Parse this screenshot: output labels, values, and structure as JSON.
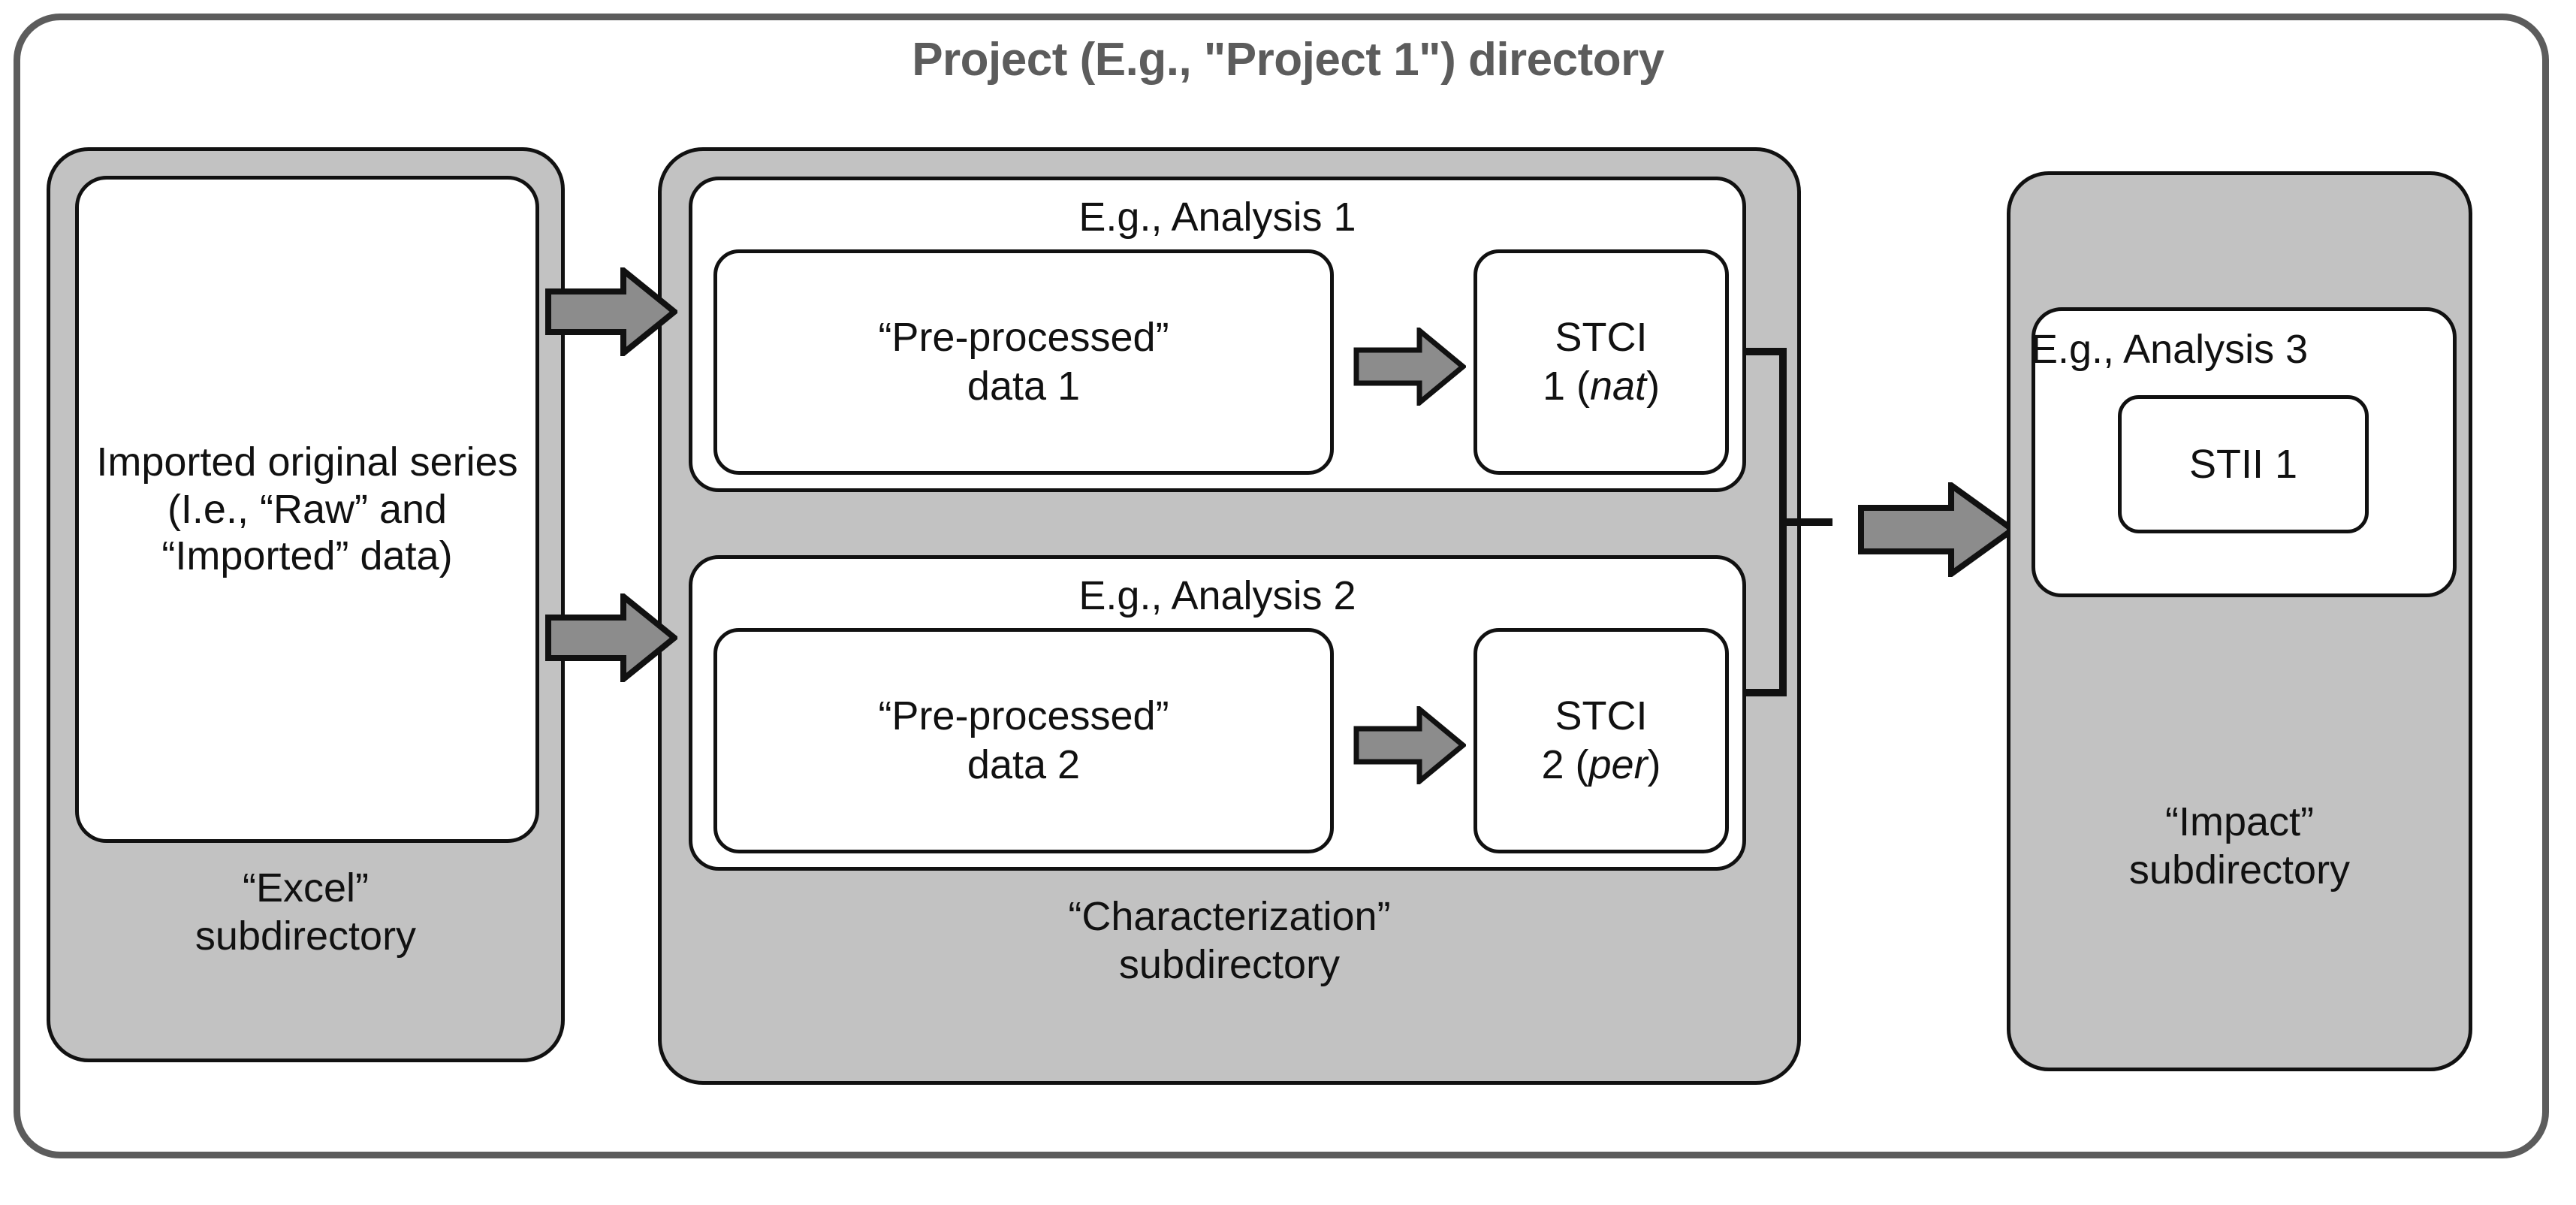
{
  "diagram": {
    "title": "Project (E.g., \"Project 1\") directory",
    "title_color": "#5c5c5c",
    "fill_gray": "#c2c2c2",
    "line_black": "#111111"
  },
  "excel": {
    "content": "Imported original series (I.e., “Raw” and “Imported” data)",
    "label_line1": "“Excel”",
    "label_line2": "subdirectory"
  },
  "characterization": {
    "label_line1": "“Characterization”",
    "label_line2": "subdirectory",
    "analyses": [
      {
        "title": "E.g., Analysis 1",
        "source_line1": "“Pre-processed”",
        "source_line2": "data 1",
        "output_line1": "STCI",
        "output_num": "1 (",
        "output_italic": "nat",
        "output_close": ")"
      },
      {
        "title": "E.g., Analysis 2",
        "source_line1": "“Pre-processed”",
        "source_line2": "data 2",
        "output_line1": "STCI",
        "output_num": "2 (",
        "output_italic": "per",
        "output_close": ")"
      }
    ]
  },
  "impact": {
    "analysis_title": "E.g., Analysis 3",
    "result": "STII 1",
    "label_line1": "“Impact”",
    "label_line2": "subdirectory"
  },
  "arrows": {
    "excel_to_analysis1": "arrow-right-icon",
    "excel_to_analysis2": "arrow-right-icon",
    "pp1_to_stci1": "arrow-right-icon",
    "pp2_to_stci2": "arrow-right-icon",
    "stci_to_impact": "arrow-right-icon",
    "stci_join": "bracket-icon",
    "color": "#8c8c8c"
  }
}
